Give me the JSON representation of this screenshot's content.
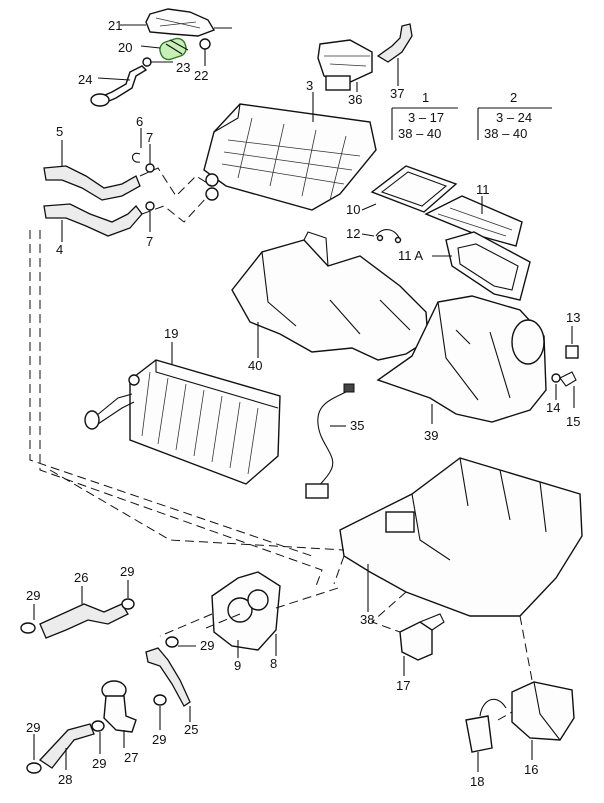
{
  "callouts": [
    {
      "id": "c1",
      "text": "1"
    },
    {
      "id": "c2",
      "text": "2"
    },
    {
      "id": "c3",
      "text": "3"
    },
    {
      "id": "c4",
      "text": "4"
    },
    {
      "id": "c5",
      "text": "5"
    },
    {
      "id": "c6",
      "text": "6"
    },
    {
      "id": "c7a",
      "text": "7"
    },
    {
      "id": "c7b",
      "text": "7"
    },
    {
      "id": "c8",
      "text": "8"
    },
    {
      "id": "c9",
      "text": "9"
    },
    {
      "id": "c10",
      "text": "10"
    },
    {
      "id": "c11",
      "text": "11"
    },
    {
      "id": "c11a",
      "text": "11 A"
    },
    {
      "id": "c12",
      "text": "12"
    },
    {
      "id": "c13",
      "text": "13"
    },
    {
      "id": "c14",
      "text": "14"
    },
    {
      "id": "c15",
      "text": "15"
    },
    {
      "id": "c16",
      "text": "16"
    },
    {
      "id": "c17",
      "text": "17"
    },
    {
      "id": "c18",
      "text": "18"
    },
    {
      "id": "c19",
      "text": "19"
    },
    {
      "id": "c20",
      "text": "20"
    },
    {
      "id": "c21",
      "text": "21"
    },
    {
      "id": "c22",
      "text": "22"
    },
    {
      "id": "c23",
      "text": "23"
    },
    {
      "id": "c24",
      "text": "24"
    },
    {
      "id": "c25",
      "text": "25"
    },
    {
      "id": "c26",
      "text": "26"
    },
    {
      "id": "c27",
      "text": "27"
    },
    {
      "id": "c28",
      "text": "28"
    },
    {
      "id": "c29a",
      "text": "29"
    },
    {
      "id": "c29b",
      "text": "29"
    },
    {
      "id": "c29c",
      "text": "29"
    },
    {
      "id": "c29d",
      "text": "29"
    },
    {
      "id": "c29e",
      "text": "29"
    },
    {
      "id": "c29f",
      "text": "29"
    },
    {
      "id": "c35",
      "text": "35"
    },
    {
      "id": "c36",
      "text": "36"
    },
    {
      "id": "c37",
      "text": "37"
    },
    {
      "id": "c38",
      "text": "38"
    },
    {
      "id": "c39",
      "text": "39"
    },
    {
      "id": "c40",
      "text": "40"
    }
  ],
  "kits": [
    {
      "id": "k1",
      "title": "1",
      "rows": [
        "3 – 17",
        "38 – 40"
      ]
    },
    {
      "id": "k2",
      "title": "2",
      "rows": [
        "3 – 24",
        "38 – 40"
      ]
    }
  ]
}
